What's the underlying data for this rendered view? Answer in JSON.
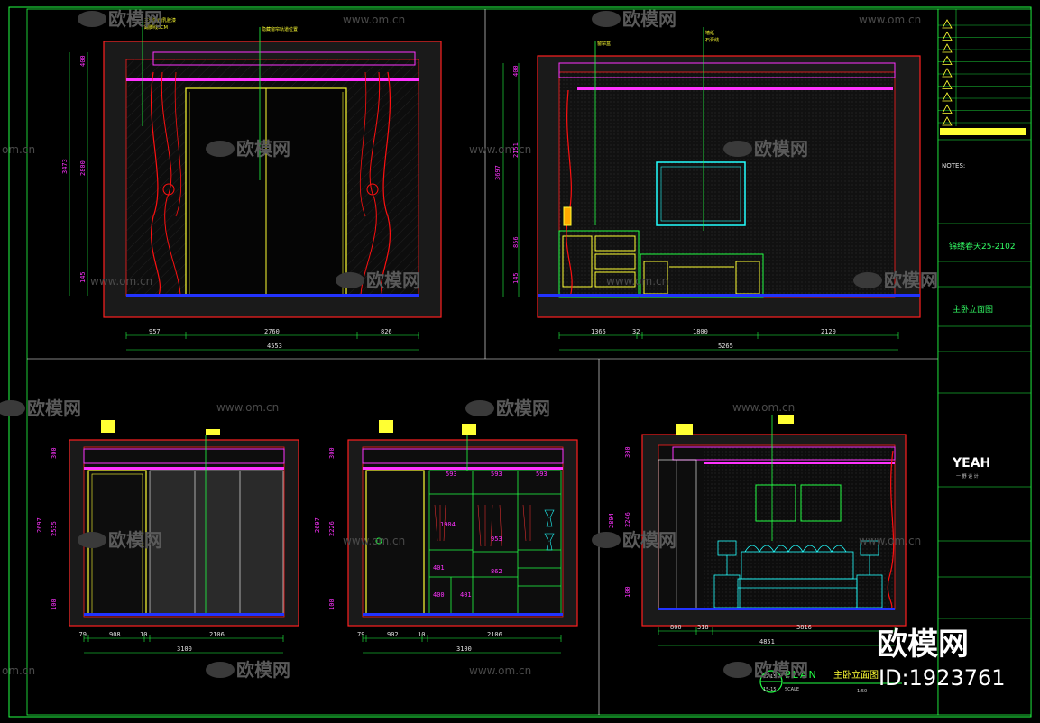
{
  "drawing": {
    "elevations": [
      {
        "id": "A",
        "horizontal_dims": [
          "957",
          "2760",
          "826"
        ],
        "total": "4553",
        "vertical_dims": [
          "400",
          "2800",
          "145"
        ],
        "vertical_total": "3473"
      },
      {
        "id": "B",
        "horizontal_dims": [
          "1365",
          "32",
          "1800",
          "2120"
        ],
        "total": "5265",
        "vertical_dims": [
          "400",
          "2151",
          "856",
          "145"
        ],
        "vertical_total": "3697"
      },
      {
        "id": "C",
        "horizontal_dims": [
          "79",
          "908",
          "10",
          "2106"
        ],
        "total": "3100",
        "vertical_dims": [
          "300",
          "2535",
          "100"
        ],
        "vertical_total": "2697"
      },
      {
        "id": "D",
        "horizontal_dims": [
          "79",
          "902",
          "10",
          "2106"
        ],
        "total": "3100",
        "vertical_dims": [
          "300",
          "2226",
          "100"
        ],
        "vertical_total": "2697"
      },
      {
        "id": "E",
        "horizontal_dims": [
          "800",
          "318",
          "3816"
        ],
        "total": "4851",
        "vertical_dims": [
          "300",
          "2246",
          "100"
        ],
        "vertical_total": "2894"
      }
    ],
    "wardrobe_dims": [
      "593",
      "593",
      "593",
      "953",
      "1904",
      "401",
      "862",
      "400",
      "401"
    ],
    "plan_label": {
      "prefix": "PLAN",
      "title": "主卧立面图",
      "scale": "SCALE",
      "ratio": "1:50",
      "num_top": "12-15",
      "num_bottom": "15-15"
    }
  },
  "watermarks": {
    "brand": "欧模网",
    "url": "www.om.cn",
    "short_url": "om.cn"
  },
  "title_block": {
    "notes_header": "NOTES:",
    "project_name": "锦绣春天25-2102",
    "drawing_name": "主卧立面图",
    "company_logo": "YEAH",
    "company_sub": "一 野 设 计"
  },
  "overlay": {
    "site_name": "欧模网",
    "id_text": "ID:1923761"
  },
  "colors": {
    "wall_red": "#ff2020",
    "dim_green": "#22ff44",
    "furniture_cyan": "#22ffff",
    "fixture_yellow": "#ffff33",
    "ceiling_magenta": "#ff33ff",
    "curtain_red": "#ff1010",
    "floor_blue": "#2233ff"
  }
}
